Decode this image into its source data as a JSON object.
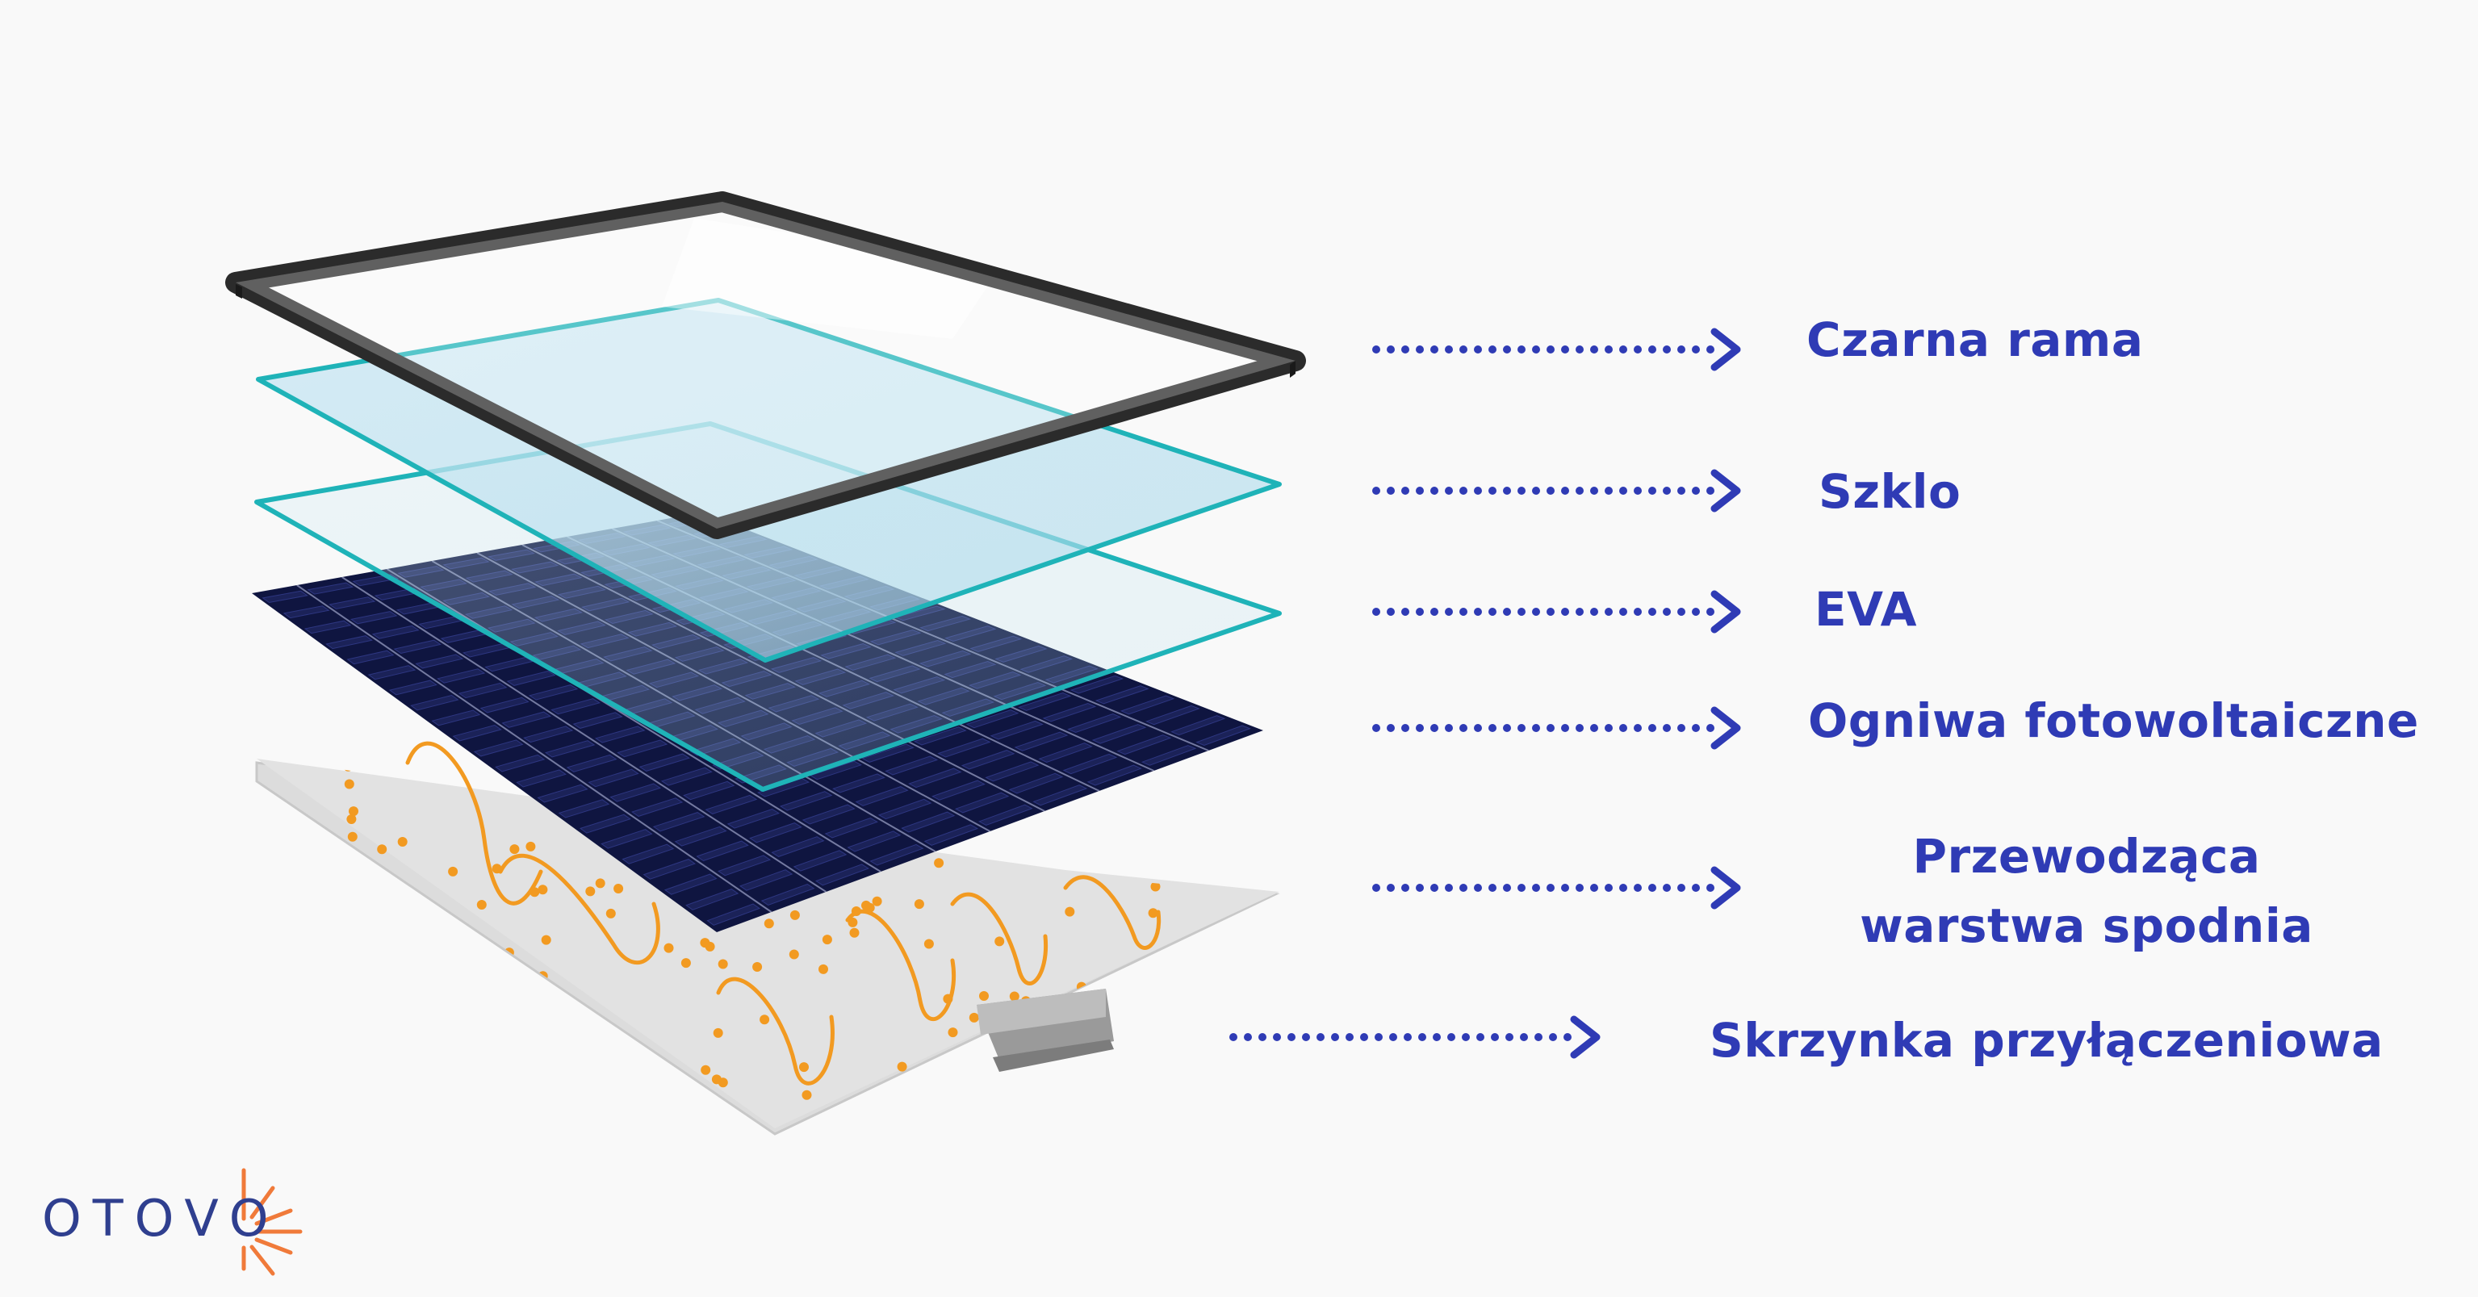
{
  "labels": {
    "frame": "Czarna rama",
    "glass": "Szklo",
    "eva": "EVA",
    "cells": "Ogniwa fotowoltaiczne",
    "backsheet": "Przewodząca warstwa spodnia",
    "junction_box": "Skrzynka przyłączeniowa"
  },
  "logo": {
    "text": "OTOVO"
  },
  "colors": {
    "label": "#2f3bb5",
    "arrow": "#2f3bb5",
    "frame": "#2b2b2b",
    "glass_edge": "#1fb3b8",
    "cells": "#141a44",
    "backsheet_pattern": "#f29a21",
    "logo_text": "#2f3f8f",
    "logo_accent": "#f07a3a"
  }
}
